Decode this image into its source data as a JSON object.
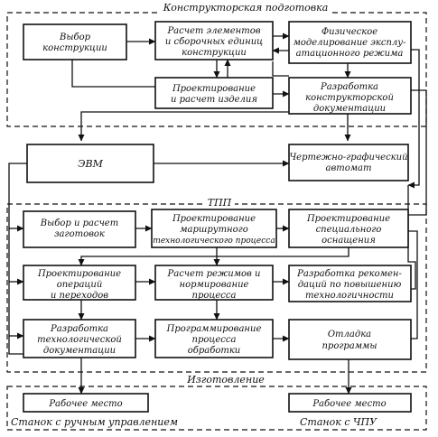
{
  "sections": {
    "design": "Конструкторская подготовка",
    "tpp": "ТПП",
    "manufacturing": "Изготовление",
    "manual_machine": "Станок с ручным управлением",
    "cnc_machine": "Станок с ЧПУ"
  },
  "blocks": {
    "choose_design": [
      "Выбор",
      "конструкции"
    ],
    "calc_elements": [
      "Расчет элементов",
      "и сборочных единиц",
      "конструкции"
    ],
    "physical_modeling": [
      "Физическое",
      "моделирование эксплу-",
      "атационного режима"
    ],
    "design_calc": [
      "Проектирование",
      "и расчет изделия"
    ],
    "design_docs": [
      "Разработка",
      "конструкторской",
      "документации"
    ],
    "computer": [
      "ЭВМ"
    ],
    "plotter": [
      "Чертежно-графический",
      "автомат"
    ],
    "blank_choice": [
      "Выбор и расчет",
      "заготовок"
    ],
    "route_design": [
      "Проектирование",
      "маршрутного",
      "технологического процесса"
    ],
    "tooling_design": [
      "Проектирование",
      "специального",
      "оснащения"
    ],
    "operations_design": [
      "Проектирование",
      "операций",
      "и переходов"
    ],
    "modes_calc": [
      "Расчет режимов и",
      "нормирование",
      "процесса"
    ],
    "recommendations": [
      "Разработка рекомен-",
      "даций по повышению",
      "технологичности"
    ],
    "tech_docs": [
      "Разработка",
      "технологической",
      "документации"
    ],
    "programming": [
      "Программирование",
      "процесса",
      "обработки"
    ],
    "debugging": [
      "Отладка",
      "программы"
    ],
    "workplace_manual": [
      "Рабочее место"
    ],
    "workplace_cnc": [
      "Рабочее место"
    ]
  }
}
